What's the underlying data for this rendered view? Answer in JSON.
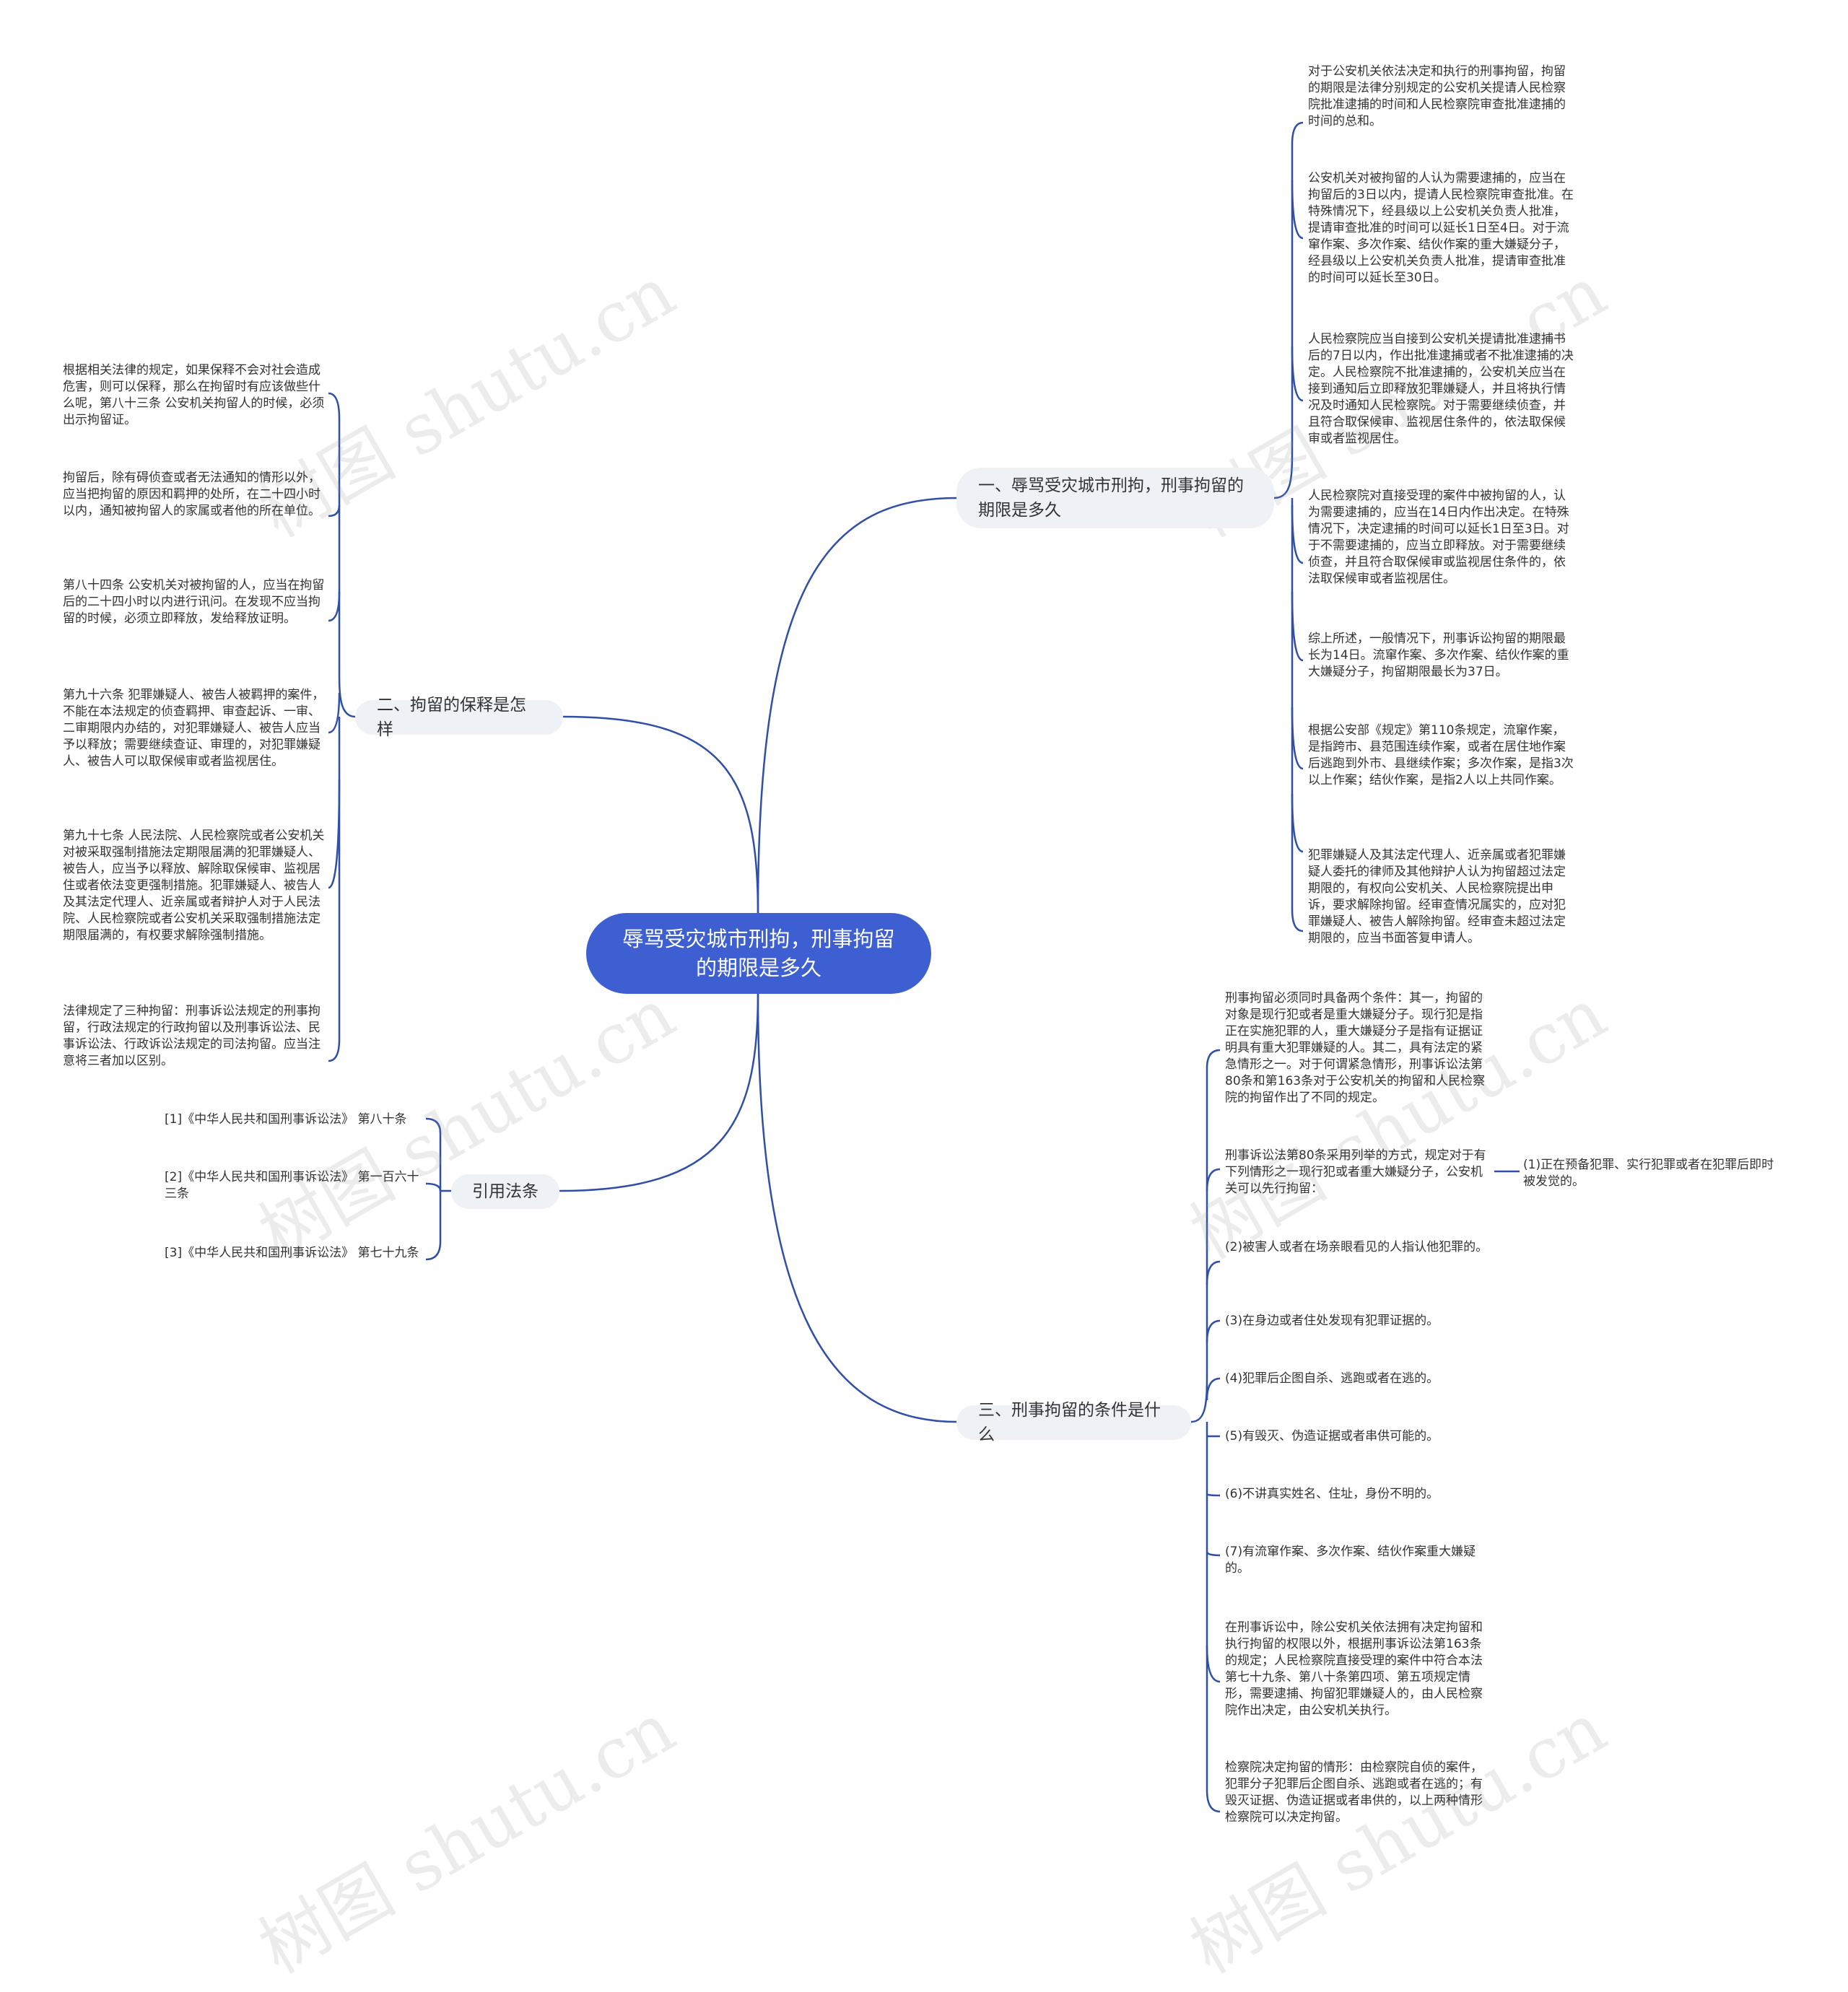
{
  "root": {
    "label": "辱骂受灾城市刑拘，刑事拘留的期限是多久"
  },
  "branches": {
    "b1": {
      "label": "一、辱骂受灾城市刑拘，刑事拘留的期限是多久",
      "items": [
        "对于公安机关依法决定和执行的刑事拘留，拘留的期限是法律分别规定的公安机关提请人民检察院批准逮捕的时间和人民检察院审查批准逮捕的时间的总和。",
        "公安机关对被拘留的人认为需要逮捕的，应当在拘留后的3日以内，提请人民检察院审查批准。在特殊情况下，经县级以上公安机关负责人批准，提请审查批准的时间可以延长1日至4日。对于流窜作案、多次作案、结伙作案的重大嫌疑分子，经县级以上公安机关负责人批准，提请审查批准的时间可以延长至30日。",
        "人民检察院应当自接到公安机关提请批准逮捕书后的7日以内，作出批准逮捕或者不批准逮捕的决定。人民检察院不批准逮捕的，公安机关应当在接到通知后立即释放犯罪嫌疑人，并且将执行情况及时通知人民检察院。对于需要继续侦查，并且符合取保候审、监视居住条件的，依法取保候审或者监视居住。",
        "人民检察院对直接受理的案件中被拘留的人，认为需要逮捕的，应当在14日内作出决定。在特殊情况下，决定逮捕的时间可以延长1日至3日。对于不需要逮捕的，应当立即释放。对于需要继续侦查，并且符合取保候审或监视居住条件的，依法取保候审或者监视居住。",
        "综上所述，一般情况下，刑事诉讼拘留的期限最长为14日。流窜作案、多次作案、结伙作案的重大嫌疑分子，拘留期限最长为37日。",
        "根据公安部《规定》第110条规定，流窜作案，是指跨市、县范围连续作案，或者在居住地作案后逃跑到外市、县继续作案；多次作案，是指3次以上作案；结伙作案，是指2人以上共同作案。",
        "犯罪嫌疑人及其法定代理人、近亲属或者犯罪嫌疑人委托的律师及其他辩护人认为拘留超过法定期限的，有权向公安机关、人民检察院提出申诉，要求解除拘留。经审查情况属实的，应对犯罪嫌疑人、被告人解除拘留。经审查未超过法定期限的，应当书面答复申请人。"
      ]
    },
    "b2": {
      "label": "二、拘留的保释是怎样",
      "items": [
        "根据相关法律的规定，如果保释不会对社会造成危害，则可以保释，那么在拘留时有应该做些什么呢，第八十三条 公安机关拘留人的时候，必须出示拘留证。",
        "拘留后，除有碍侦查或者无法通知的情形以外，应当把拘留的原因和羁押的处所，在二十四小时以内，通知被拘留人的家属或者他的所在单位。",
        "第八十四条 公安机关对被拘留的人，应当在拘留后的二十四小时以内进行讯问。在发现不应当拘留的时候，必须立即释放，发给释放证明。",
        "第九十六条 犯罪嫌疑人、被告人被羁押的案件，不能在本法规定的侦查羁押、审查起诉、一审、二审期限内办结的，对犯罪嫌疑人、被告人应当予以释放；需要继续查证、审理的，对犯罪嫌疑人、被告人可以取保候审或者监视居住。",
        "第九十七条 人民法院、人民检察院或者公安机关对被采取强制措施法定期限届满的犯罪嫌疑人、被告人，应当予以释放、解除取保候审、监视居住或者依法变更强制措施。犯罪嫌疑人、被告人及其法定代理人、近亲属或者辩护人对于人民法院、人民检察院或者公安机关采取强制措施法定期限届满的，有权要求解除强制措施。",
        "法律规定了三种拘留：刑事诉讼法规定的刑事拘留，行政法规定的行政拘留以及刑事诉讼法、民事诉讼法、行政诉讼法规定的司法拘留。应当注意将三者加以区别。"
      ]
    },
    "b3": {
      "label": "引用法条",
      "items": [
        "[1]《中华人民共和国刑事诉讼法》 第八十条",
        "[2]《中华人民共和国刑事诉讼法》 第一百六十三条",
        "[3]《中华人民共和国刑事诉讼法》 第七十九条"
      ]
    },
    "b4": {
      "label": "三、刑事拘留的条件是什么",
      "items": [
        "刑事拘留必须同时具备两个条件：其一，拘留的对象是现行犯或者是重大嫌疑分子。现行犯是指正在实施犯罪的人，重大嫌疑分子是指有证据证明具有重大犯罪嫌疑的人。其二，具有法定的紧急情形之一。对于何谓紧急情形，刑事诉讼法第80条和第163条对于公安机关的拘留和人民检察院的拘留作出了不同的规定。",
        "刑事诉讼法第80条采用列举的方式，规定对于有下列情形之一现行犯或者重大嫌疑分子，公安机关可以先行拘留：",
        "(2)被害人或者在场亲眼看见的人指认他犯罪的。",
        "(3)在身边或者住处发现有犯罪证据的。",
        "(4)犯罪后企图自杀、逃跑或者在逃的。",
        "(5)有毁灭、伪造证据或者串供可能的。",
        "(6)不讲真实姓名、住址，身份不明的。",
        "(7)有流窜作案、多次作案、结伙作案重大嫌疑的。",
        "在刑事诉讼中，除公安机关依法拥有决定拘留和执行拘留的权限以外，根据刑事诉讼法第163条的规定；人民检察院直接受理的案件中符合本法第七十九条、第八十条第四项、第五项规定情形，需要逮捕、拘留犯罪嫌疑人的，由人民检察院作出决定，由公安机关执行。",
        "检察院决定拘留的情形：由检察院自侦的案件，犯罪分子犯罪后企图自杀、逃跑或者在逃的；有毁灭证据、伪造证据或者串供的，以上两种情形检察院可以决定拘留。"
      ],
      "sub_item": "(1)正在预备犯罪、实行犯罪或者在犯罪后即时被发觉的。"
    }
  },
  "watermark": "树图 shutu.cn",
  "colors": {
    "root": "#3e5fd1",
    "branch_bg": "#eef2f7",
    "line": "#2f4fa8",
    "text": "#333333"
  }
}
